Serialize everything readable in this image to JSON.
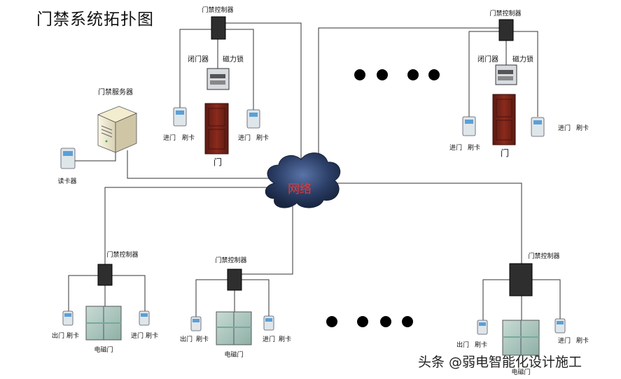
{
  "title": "门禁系统拓扑图",
  "watermark": "头条 @弱电智能化设计施工",
  "labels": {
    "controller": "门禁控制器",
    "closer": "闭门器",
    "maglock": "磁力锁",
    "door": "门",
    "entry": "进门",
    "exit": "出门",
    "swipe": "刷卡",
    "server": "门禁服务器",
    "reader": "读卡器",
    "network": "网络",
    "mag_door": "电磁门"
  },
  "colors": {
    "cloud": "#2b3e66",
    "network_text": "#e53935",
    "door": "#7a2319",
    "controller": "#2e2e2e"
  }
}
